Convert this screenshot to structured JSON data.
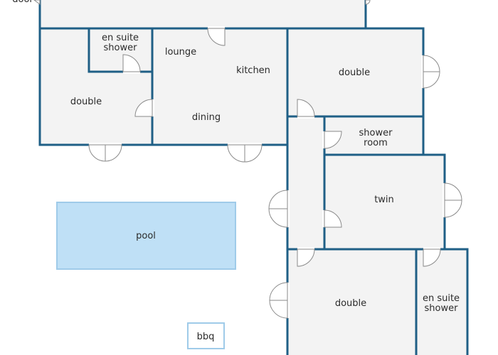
{
  "plan": {
    "labels": {
      "door": "door",
      "en_suite_shower_1_line1": "en suite",
      "en_suite_shower_1_line2": "shower",
      "lounge": "lounge",
      "kitchen": "kitchen",
      "double_1": "double",
      "double_2": "double",
      "dining": "dining",
      "shower_room_line1": "shower",
      "shower_room_line2": "room",
      "twin": "twin",
      "pool": "pool",
      "double_3": "double",
      "en_suite_shower_2_line1": "en suite",
      "en_suite_shower_2_line2": "shower",
      "bbq": "bbq"
    },
    "colors": {
      "wall": "#1f5f86",
      "room": "#f3f3f3",
      "pool": "#bfe0f6",
      "pool_border": "#9fcbe9",
      "door_leaf": "#8a8a8a"
    }
  }
}
